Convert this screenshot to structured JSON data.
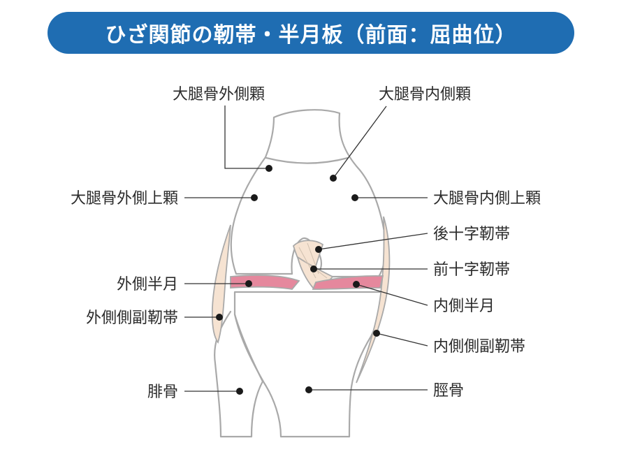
{
  "title": "ひざ関節の靭帯・半月板（前面：屈曲位）",
  "colors": {
    "banner": "#1f6db2",
    "outline": "#a9a9a9",
    "ligament_fill": "#f6e3d2",
    "meniscus_fill": "#e5889d",
    "leader": "#333333",
    "dot": "#1a1a1a"
  },
  "labels": {
    "lateral_condyle": "大腿骨外側顆",
    "medial_condyle": "大腿骨内側顆",
    "lateral_epicondyle": "大腿骨外側上顆",
    "medial_epicondyle": "大腿骨内側上顆",
    "pcl": "後十字靭帯",
    "acl": "前十字靭帯",
    "lateral_meniscus": "外側半月",
    "medial_meniscus": "内側半月",
    "lcl": "外側側副靭帯",
    "mcl": "内側側副靭帯",
    "fibula": "腓骨",
    "tibia": "脛骨"
  }
}
